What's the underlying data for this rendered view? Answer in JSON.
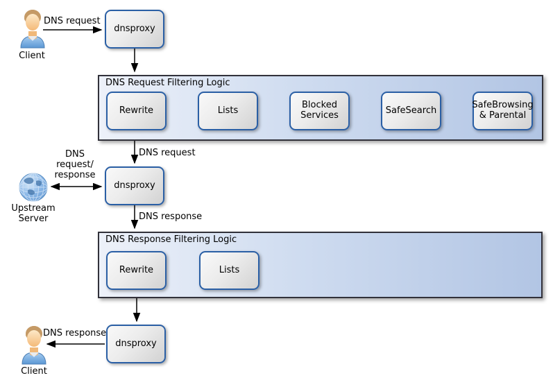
{
  "nodes": {
    "dnsproxy_top": {
      "label": "dnsproxy"
    },
    "dnsproxy_middle": {
      "label": "dnsproxy"
    },
    "dnsproxy_bottom": {
      "label": "dnsproxy"
    }
  },
  "actors": {
    "client_top": {
      "label": "Client",
      "icon": "person-icon"
    },
    "upstream_server": {
      "label": "Upstream\nServer",
      "icon": "globe-icon"
    },
    "client_bottom": {
      "label": "Client",
      "icon": "person-icon"
    }
  },
  "containers": {
    "request": {
      "title": "DNS Request Filtering Logic",
      "steps": [
        "Rewrite",
        "Lists",
        "Blocked\nServices",
        "SafeSearch",
        "SafeBrowsing\n& Parental"
      ]
    },
    "response": {
      "title": "DNS Response Filtering Logic",
      "steps": [
        "Rewrite",
        "Lists"
      ]
    }
  },
  "edge_labels": {
    "client_to_proxy": "DNS request",
    "filter_to_proxy": "DNS request",
    "upstream_exchange": "DNS\nrequest/\nresponse",
    "proxy_to_response_filter": "DNS response",
    "proxy_to_client": "DNS response"
  },
  "colors": {
    "background": "#ffffff",
    "node_border": "#2a5fa5",
    "node_fill_light": "#f9f9f9",
    "node_fill_dark": "#d2d2d2",
    "container_fill_left": "#edf1f9",
    "container_fill_right": "#b2c5e4",
    "container_border": "#31313a",
    "arrow": "#000000",
    "text": "#000000"
  }
}
